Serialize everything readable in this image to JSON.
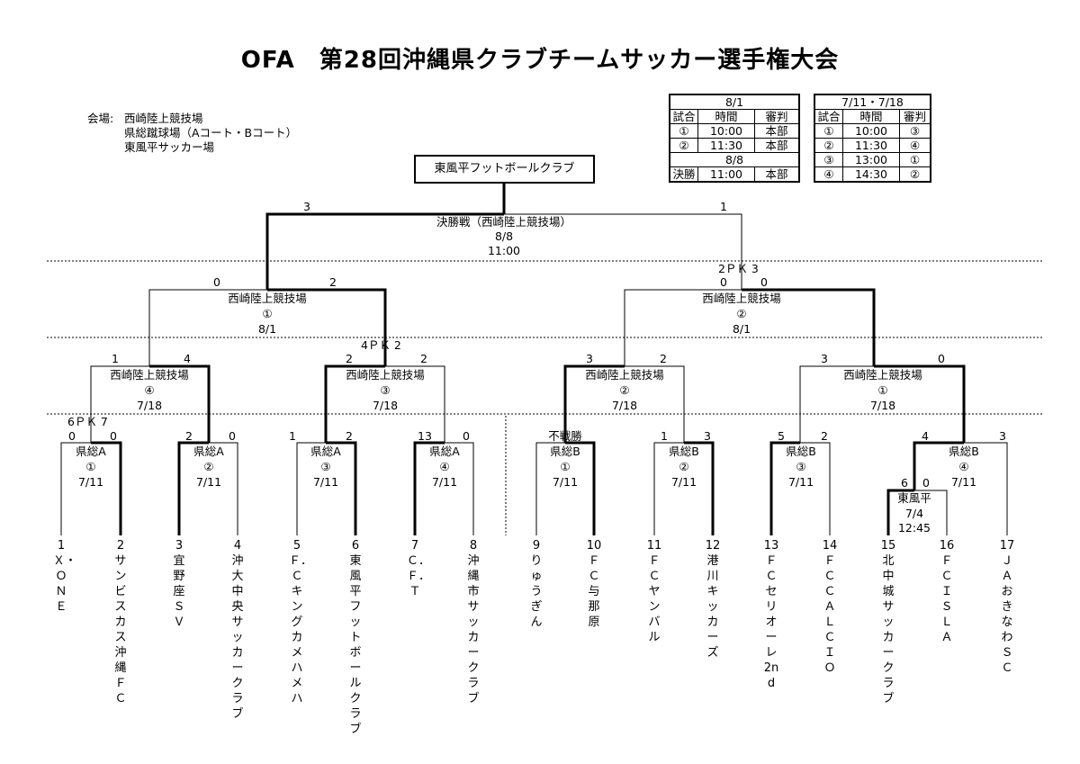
{
  "title": "OFA　第28回沖縄県クラブチームサッカー選手権大会",
  "venues": {
    "label": "会場:",
    "items": [
      "西崎陸上競技場",
      "県総蹴球場（Aコート・Bコート）",
      "東風平サッカー場"
    ]
  },
  "schedule_a": {
    "date1": "8/1",
    "headers": [
      "試合",
      "時間",
      "審判"
    ],
    "rows1": [
      [
        "①",
        "10:00",
        "本部"
      ],
      [
        "②",
        "11:30",
        "本部"
      ]
    ],
    "date2": "8/8",
    "rows2": [
      [
        "決勝",
        "11:00",
        "本部"
      ]
    ]
  },
  "schedule_b": {
    "date": "7/11・7/18",
    "headers": [
      "試合",
      "時間",
      "審判"
    ],
    "rows": [
      [
        "①",
        "10:00",
        "③"
      ],
      [
        "②",
        "11:30",
        "④"
      ],
      [
        "③",
        "13:00",
        "①"
      ],
      [
        "④",
        "14:30",
        "②"
      ]
    ]
  },
  "champion": "東風平フットボールクラブ",
  "final": {
    "name": "決勝戦（西崎陸上競技場）",
    "date": "8/8",
    "time": "11:00",
    "score_left": "3",
    "score_right": "1"
  },
  "semis": [
    {
      "venue": "西崎陸上競技場",
      "no": "①",
      "date": "8/1",
      "score_left": "0",
      "score_right": "2"
    },
    {
      "venue": "西崎陸上競技場",
      "no": "②",
      "date": "8/1",
      "score_left": "0",
      "score_right": "0",
      "pk": "2ＰＫ 3"
    }
  ],
  "quarters": [
    {
      "venue": "西崎陸上競技場",
      "no": "④",
      "date": "7/18",
      "score_left": "1",
      "score_right": "4"
    },
    {
      "venue": "西崎陸上競技場",
      "no": "③",
      "date": "7/18",
      "score_left": "2",
      "score_right": "2",
      "pk": "4ＰＫ 2"
    },
    {
      "venue": "西崎陸上競技場",
      "no": "②",
      "date": "7/18",
      "score_left": "3",
      "score_right": "2"
    },
    {
      "venue": "西崎陸上競技場",
      "no": "①",
      "date": "7/18",
      "score_left": "3",
      "score_right": "0"
    }
  ],
  "round16": [
    {
      "venue": "県総A",
      "no": "①",
      "date": "7/11",
      "score_left": "0",
      "score_right": "0",
      "pk": "6ＰＫ 7"
    },
    {
      "venue": "県総A",
      "no": "②",
      "date": "7/11",
      "score_left": "2",
      "score_right": "0"
    },
    {
      "venue": "県総A",
      "no": "③",
      "date": "7/11",
      "score_left": "1",
      "score_right": "2"
    },
    {
      "venue": "県総A",
      "no": "④",
      "date": "7/11",
      "score_left": "13",
      "score_right": "0"
    },
    {
      "venue": "県総B",
      "no": "①",
      "date": "7/11",
      "score_left": "不戦勝",
      "score_right": ""
    },
    {
      "venue": "県総B",
      "no": "②",
      "date": "7/11",
      "score_left": "1",
      "score_right": "3"
    },
    {
      "venue": "県総B",
      "no": "③",
      "date": "7/11",
      "score_left": "5",
      "score_right": "2"
    },
    {
      "venue": "県総B",
      "no": "④",
      "date": "7/11",
      "score_left": "4",
      "score_right": "3"
    }
  ],
  "prelim": {
    "venue": "東風平",
    "date": "7/4",
    "time": "12:45",
    "score_left": "6",
    "score_right": "0"
  },
  "teams": [
    {
      "no": "1",
      "name": "Ｘ・ＯＮＥ"
    },
    {
      "no": "2",
      "name": "サンビスカス沖縄ＦＣ"
    },
    {
      "no": "3",
      "name": "宜野座ＳＶ"
    },
    {
      "no": "4",
      "name": "沖大中央サッカークラブ"
    },
    {
      "no": "5",
      "name": "Ｆ．Ｃキングカメハメハ"
    },
    {
      "no": "6",
      "name": "東風平フットボールクラブ"
    },
    {
      "no": "7",
      "name": "Ｃ．Ｆ．Ｔ"
    },
    {
      "no": "8",
      "name": "沖縄市サッカークラブ"
    },
    {
      "no": "9",
      "name": "りゅうぎん"
    },
    {
      "no": "10",
      "name": "ＦＣ与那原"
    },
    {
      "no": "11",
      "name": "ＦＣヤンバル"
    },
    {
      "no": "12",
      "name": "港川キッカーズ"
    },
    {
      "no": "13",
      "name": "ＦＣセリオーレ2nd"
    },
    {
      "no": "14",
      "name": "ＦＣ　ＣＡＬＣＩＯ"
    },
    {
      "no": "15",
      "name": "北中城サッカークラブ"
    },
    {
      "no": "16",
      "name": "ＦＣ　ＩＳＬＡ"
    },
    {
      "no": "17",
      "name": "ＪＡおきなわＳＣ"
    }
  ]
}
